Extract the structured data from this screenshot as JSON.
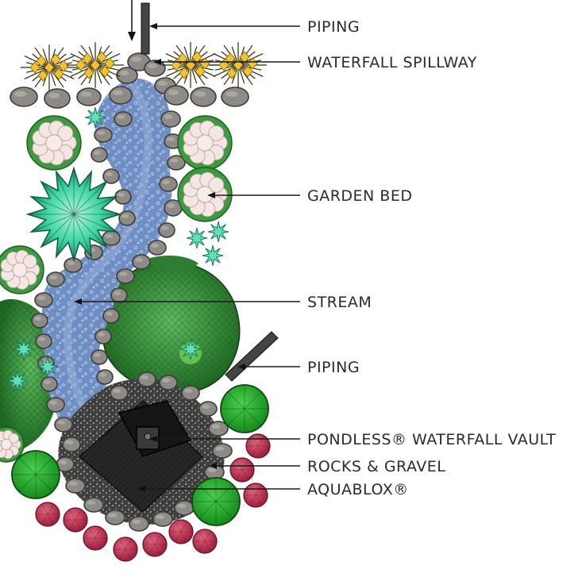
{
  "labels": [
    {
      "id": "piping-top",
      "text": "PIPING"
    },
    {
      "id": "waterfall-spillway",
      "text": "WATERFALL SPILLWAY"
    },
    {
      "id": "garden-bed",
      "text": "GARDEN BED"
    },
    {
      "id": "stream",
      "text": "STREAM"
    },
    {
      "id": "piping-right",
      "text": "PIPING"
    },
    {
      "id": "pondless-vault",
      "text": "PONDLESS® WATERFALL VAULT"
    },
    {
      "id": "rocks-gravel",
      "text": "ROCKS & GRAVEL"
    },
    {
      "id": "aquablox",
      "text": "AQUABLOX®"
    }
  ],
  "colors": {
    "water": "#6f8fc4",
    "water_light": "#9db4dc",
    "rock": "#8e8a85",
    "rock_edge": "#3d3a37",
    "shrub": "#2f7d32",
    "shrub_light": "#4caf50",
    "hydrangea": "#f4e6e2",
    "succulent": "#3fd4a4",
    "flower": "#f2c230",
    "berry": "#c2385a",
    "vault": "#1c1c1c",
    "gravel": "#3a3a3a"
  }
}
